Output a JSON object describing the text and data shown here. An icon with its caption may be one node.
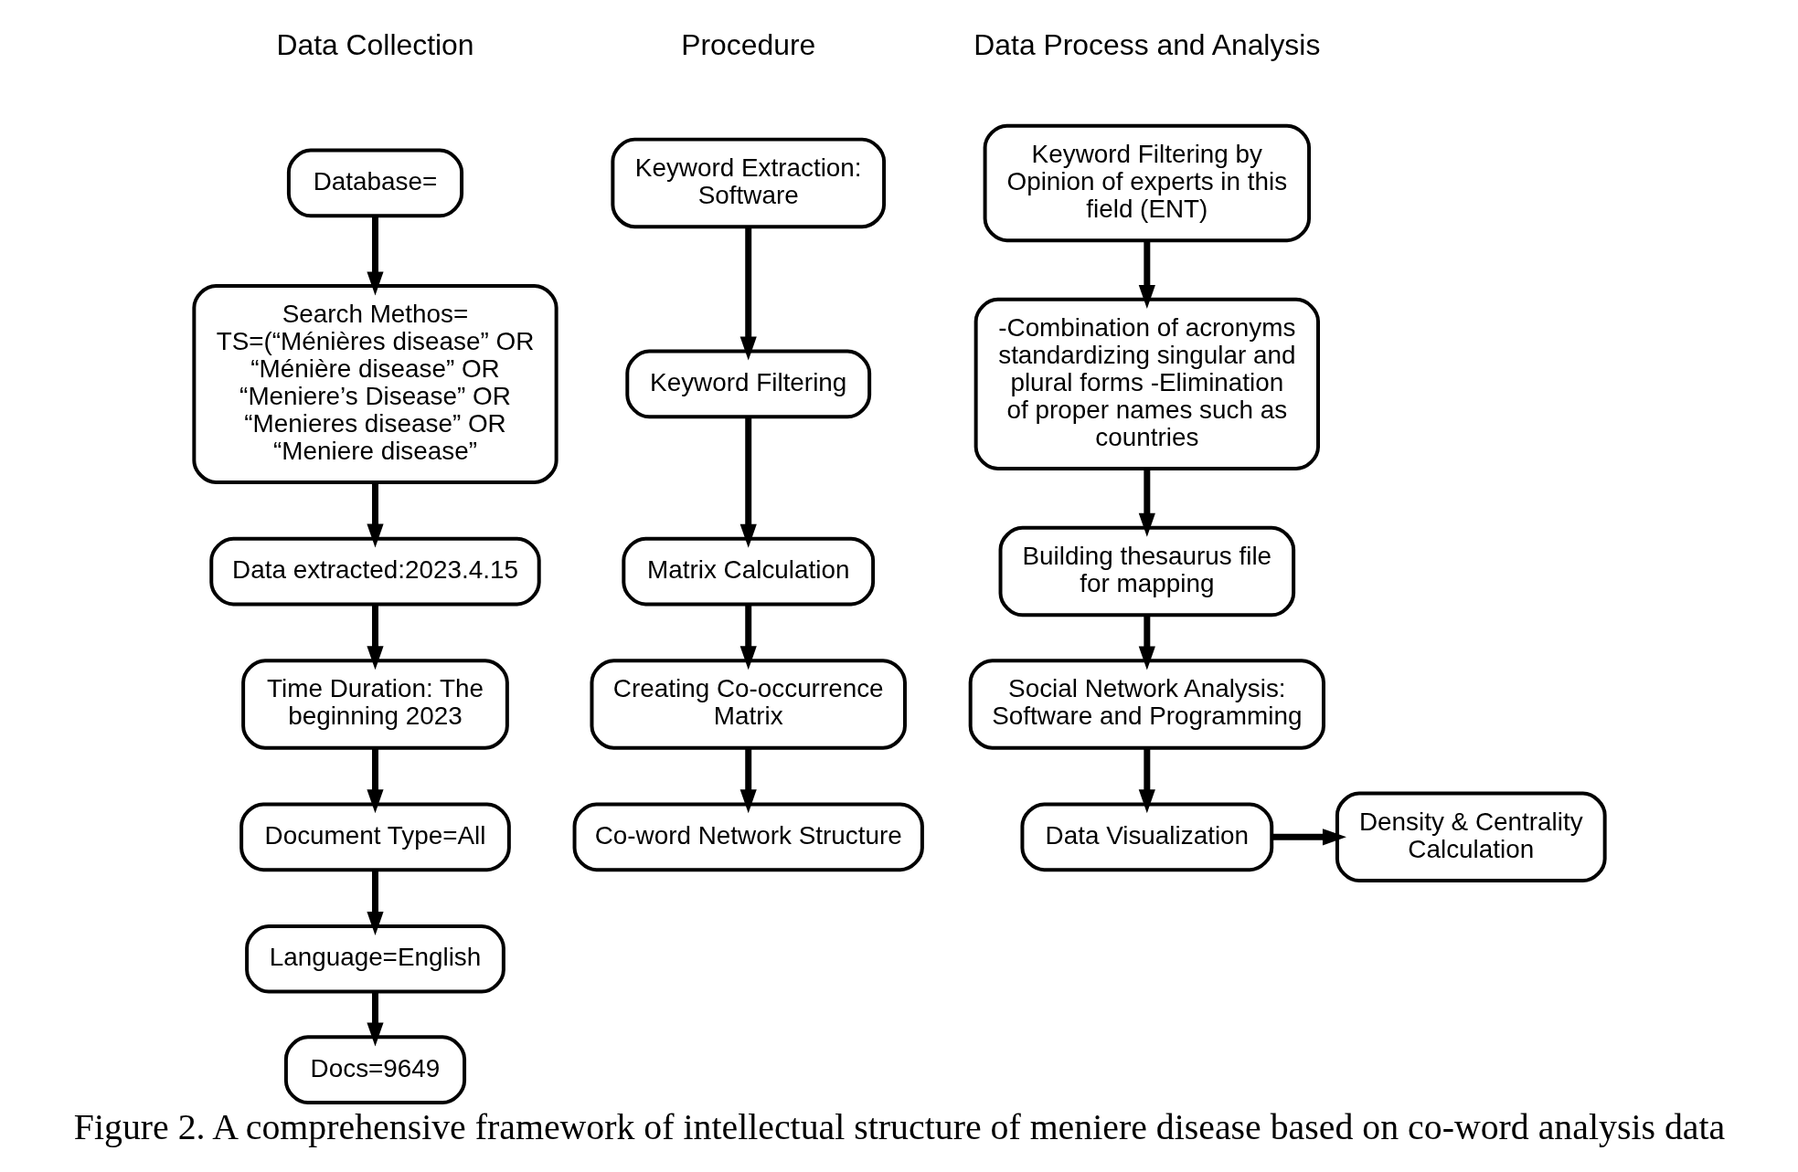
{
  "diagram": {
    "caption": "Figure 2. A comprehensive framework of intellectual structure of meniere disease based on co-word analysis data",
    "nodes": [
      {
        "text": [
          "Database="
        ]
      },
      {
        "text": [
          "Search Methos= TS=(“Ménières disease” OR “Ménière disease” OR “Meniere’s Disease” OR “Menieres disease” OR “Meniere disease”"
        ]
      },
      {
        "text": [
          "Data extracted:2023.4.15"
        ]
      },
      {
        "text": [
          "Time Duration: The beginning 2023"
        ]
      },
      {
        "text": [
          "Document Type=All"
        ]
      },
      {
        "text": [
          "Language=English"
        ]
      },
      {
        "text": [
          "Docs=9649"
        ]
      },
      {
        "text": [
          "Keyword Extraction: Software"
        ]
      },
      {
        "text": [
          "Keyword Filtering"
        ]
      },
      {
        "text": [
          "Matrix Calculation"
        ]
      },
      {
        "text": [
          "Creating Co-occurrence Matrix"
        ]
      },
      {
        "text": [
          "Co-word Network Structure"
        ]
      },
      {
        "text": [
          "Keyword Filtering by Opinion of experts in this field (ENT)"
        ]
      },
      {
        "text": [
          "-Combination of acronyms standardizing singular and plural forms -Elimination of proper names such as countries"
        ]
      },
      {
        "text": [
          "Building thesaurus file for mapping"
        ]
      },
      {
        "text": [
          "Social Network Analysis: Software and Programming"
        ]
      },
      {
        "text": [
          "Data Visualization"
        ]
      },
      {
        "text": [
          "Density & Centrality Calculation"
        ]
      }
    ],
    "edges": [
      {
        "from": 0,
        "to": 1,
        "arrow": "to"
      },
      {
        "from": 1,
        "to": 2,
        "arrow": "to"
      },
      {
        "from": 2,
        "to": 3,
        "arrow": "to"
      },
      {
        "from": 3,
        "to": 4,
        "arrow": "to"
      },
      {
        "from": 4,
        "to": 5,
        "arrow": "to"
      },
      {
        "from": 5,
        "to": 6,
        "arrow": "to"
      },
      {
        "from": 7,
        "to": 8,
        "arrow": "to"
      },
      {
        "from": 8,
        "to": 9,
        "arrow": "to"
      },
      {
        "from": 9,
        "to": 10,
        "arrow": "to"
      },
      {
        "from": 10,
        "to": 11,
        "arrow": "to"
      },
      {
        "from": 12,
        "to": 13,
        "arrow": "to"
      },
      {
        "from": 13,
        "to": 14,
        "arrow": "to"
      },
      {
        "from": 14,
        "to": 15,
        "arrow": "to"
      },
      {
        "from": 15,
        "to": 16,
        "arrow": "to"
      },
      {
        "from": 16,
        "to": 17,
        "arrow": "to"
      }
    ],
    "labels": [
      "Data Collection",
      "Procedure",
      "Data Process and Analysis"
    ]
  }
}
